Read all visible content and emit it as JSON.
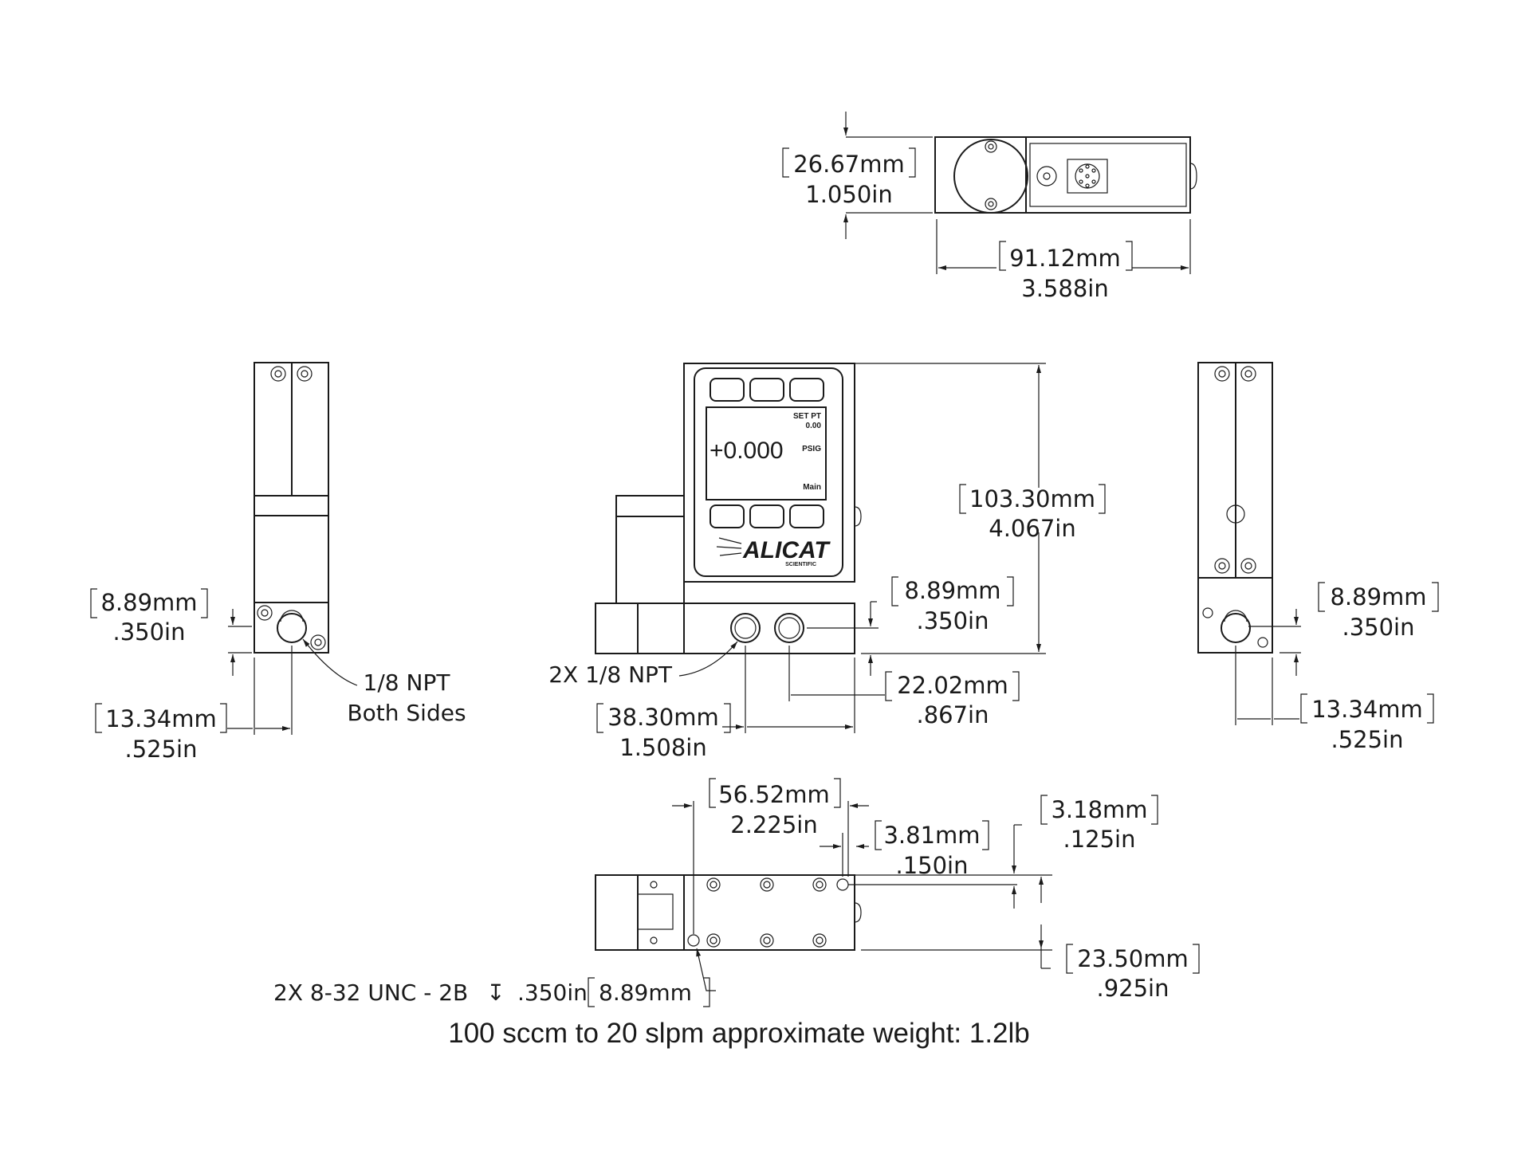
{
  "top_view": {
    "height_mm": "26.67mm",
    "height_in": "1.050in",
    "length_mm": "91.12mm",
    "length_in": "3.588in"
  },
  "left_view": {
    "port_height_mm": "8.89mm",
    "port_height_in": ".350in",
    "port_offset_mm": "13.34mm",
    "port_offset_in": ".525in",
    "port_note_line1": "1/8 NPT",
    "port_note_line2": "Both Sides"
  },
  "front_view": {
    "display": {
      "setpoint_label": "SET PT",
      "setpoint_value": "0.00",
      "reading": "+0.000",
      "units": "PSIG",
      "menu": "Main"
    },
    "brand_name": "ALICAT",
    "brand_sub": "SCIENTIFIC",
    "total_height_mm": "103.30mm",
    "total_height_in": "4.067in",
    "port_height_mm": "8.89mm",
    "port_height_in": ".350in",
    "port_spacing_mm": "22.02mm",
    "port_spacing_in": ".867in",
    "port_offset_mm": "38.30mm",
    "port_offset_in": "1.508in",
    "port_note": "2X 1/8 NPT"
  },
  "right_view": {
    "port_height_mm": "8.89mm",
    "port_height_in": ".350in",
    "port_offset_mm": "13.34mm",
    "port_offset_in": ".525in"
  },
  "bottom_view": {
    "hole_span_mm": "56.52mm",
    "hole_span_in": "2.225in",
    "edge_offset_mm": "3.81mm",
    "edge_offset_in": ".150in",
    "hole_inset_mm": "3.18mm",
    "hole_inset_in": ".125in",
    "width_mm": "23.50mm",
    "width_in": ".925in",
    "thread_note": "2X 8-32 UNC - 2B",
    "depth_symbol": "↧",
    "thread_depth_in": ".350in",
    "thread_depth_mm": "8.89mm"
  },
  "weight_note": "100 sccm to 20 slpm approximate weight: 1.2lb"
}
